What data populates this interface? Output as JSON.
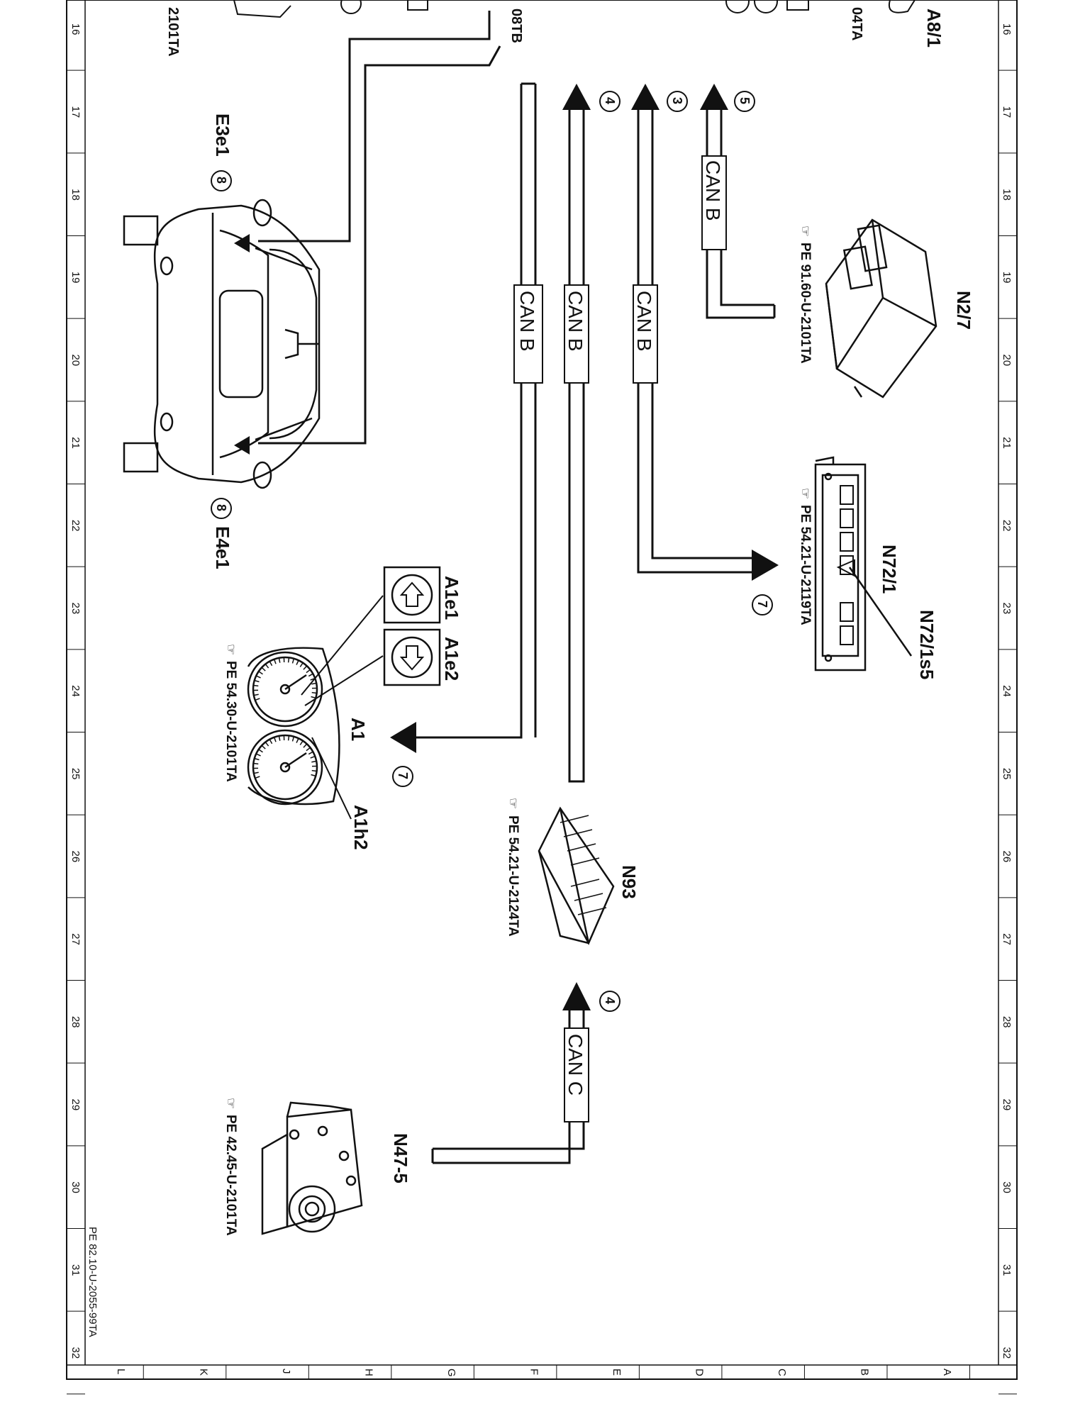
{
  "frame": {
    "row_numbers": [
      "16",
      "17",
      "18",
      "19",
      "20",
      "21",
      "22",
      "23",
      "24",
      "25",
      "26",
      "27",
      "28",
      "29",
      "30",
      "31",
      "32"
    ],
    "column_letters": [
      "L",
      "K",
      "J",
      "H",
      "G",
      "F",
      "E",
      "D",
      "C",
      "B",
      "A"
    ]
  },
  "document_id": "PE 82.10-U-2055-99TA",
  "cut_off_labels": {
    "top_left": "2101TA",
    "top_mid": "08TB",
    "top_right": "04TA",
    "a8_1": "A8/1"
  },
  "bus_labels": {
    "can_b": "CAN B",
    "can_c": "CAN C"
  },
  "circle_markers": {
    "m3": "3",
    "m4": "4",
    "m5": "5",
    "m7": "7",
    "m8": "8"
  },
  "components": {
    "n2_7": "N2/7",
    "n72_1": "N72/1",
    "n72_1s5": "N72/1s5",
    "n93": "N93",
    "n47_5": "N47-5",
    "a1": "A1",
    "a1e1": "A1e1",
    "a1e2": "A1e2",
    "a1h2": "A1h2",
    "e3e1": "E3e1",
    "e4e1": "E4e1"
  },
  "references": {
    "n2_7": "PE 91.60-U-2101TA",
    "n72_1": "PE 54.21-U-2119TA",
    "a1": "PE 54.30-U-2101TA",
    "n93": "PE 54.21-U-2124TA",
    "n47_5": "PE 42.45-U-2101TA"
  },
  "icons": {
    "reference": "pointing-hand-icon",
    "circle_marker": "circled-number-icon",
    "arrow": "arrowhead-icon"
  },
  "colors": {
    "line": "#111111",
    "background": "#ffffff"
  }
}
